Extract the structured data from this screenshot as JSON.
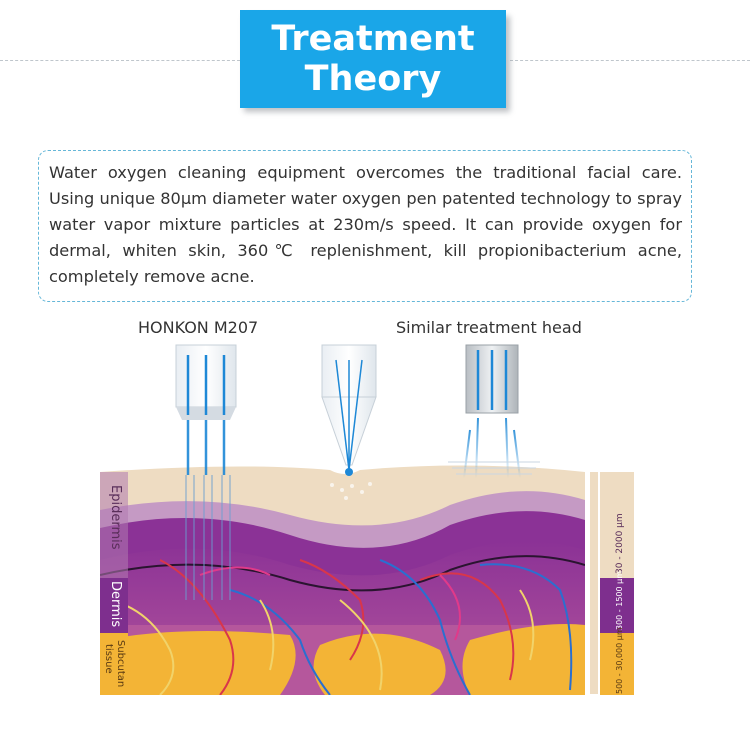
{
  "header": {
    "title_line1": "Treatment",
    "title_line2": "Theory",
    "accent_color": "#1aa6e8"
  },
  "description": "Water oxygen cleaning equipment overcomes the traditional facial care. Using unique 80μm diameter water oxygen pen patented technology to spray water vapor mixture particles at 230m/s speed. It can provide oxygen for dermal, whiten skin, 360℃ replenishment, kill propionibacterium acne, completely remove acne.",
  "labels": {
    "left_head": "HONKON M207",
    "right_head": "Similar treatment head"
  },
  "layers": {
    "epidermis": "Epidermis",
    "dermis": "Dermis",
    "subcutaneous_line1": "Subcutan",
    "subcutaneous_line2": "tissue"
  },
  "measurements": {
    "epidermis": "30 - 2000 μm",
    "dermis": "300 - 1500 μm",
    "subcutaneous": "500 - 30,000 μm"
  },
  "colors": {
    "skin": "#eedcc2",
    "epidermis": "#b07ab0",
    "dermis": "#7e2f8e",
    "subcutaneous": "#f3b436",
    "water": "#1e88d6"
  }
}
